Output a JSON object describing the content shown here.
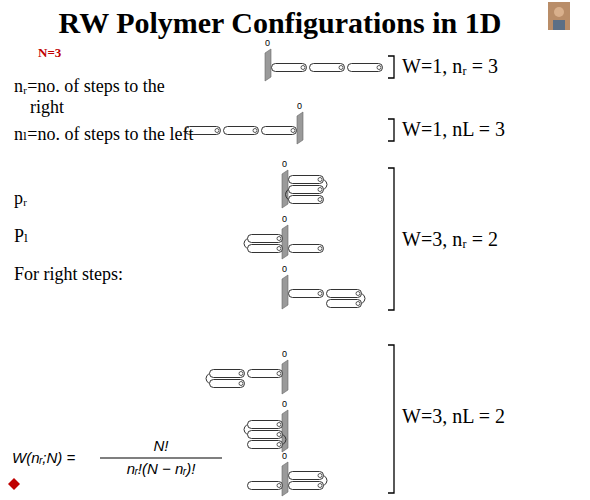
{
  "diagram": {
    "title": "RW Polymer Configurations in 1D",
    "labels": [
      "N=3",
      "nᵣ=no. of steps to the right",
      "nₗ=no. of steps to the left",
      "pᵣ",
      "Pₗ",
      "For right steps:",
      "W(nᵣ;N) =",
      "N!",
      "nᵣ!(N − nᵣ)!",
      "0",
      "0",
      "0",
      "0",
      "0",
      "0",
      "0",
      "0",
      "W=1, nᵣ = 3",
      "W=1, nL = 3",
      "W=3, nᵣ = 2",
      "W=3, nL = 2"
    ]
  }
}
